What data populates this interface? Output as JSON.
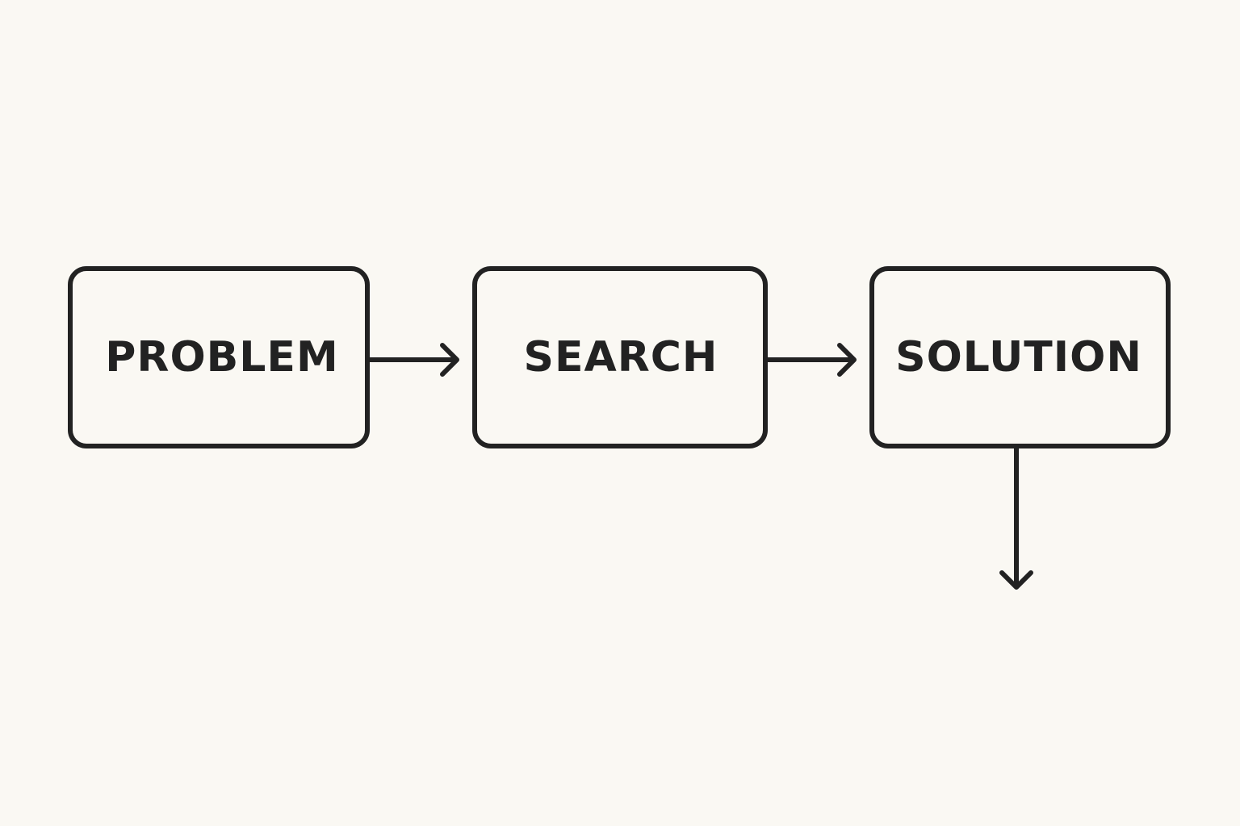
{
  "diagram": {
    "nodes": [
      {
        "id": "problem",
        "label": "PROBLEM"
      },
      {
        "id": "search",
        "label": "SEARCH"
      },
      {
        "id": "solution",
        "label": "SOLUTION"
      }
    ],
    "edges": [
      {
        "from": "problem",
        "to": "search"
      },
      {
        "from": "search",
        "to": "solution"
      },
      {
        "from": "solution",
        "to": ""
      }
    ],
    "colors": {
      "background": "#faf8f3",
      "stroke": "#222222",
      "text": "#222222"
    }
  }
}
